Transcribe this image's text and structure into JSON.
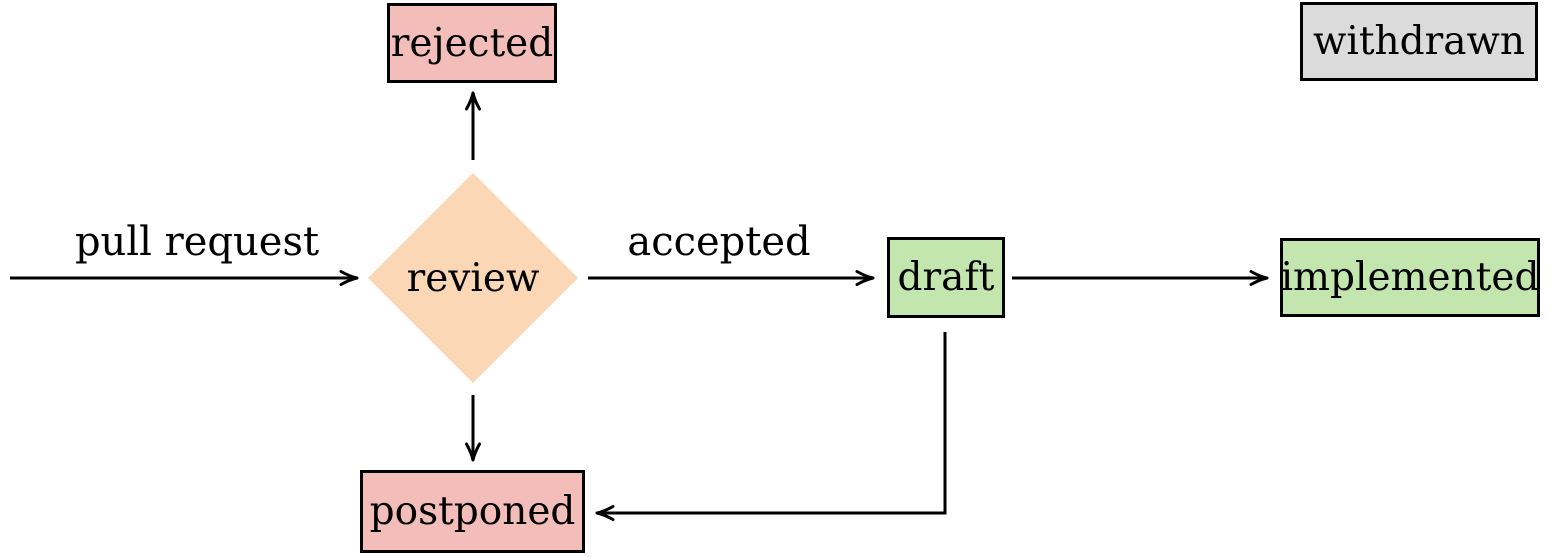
{
  "diagram": {
    "description": "proposal workflow state diagram",
    "nodes": {
      "review": {
        "label": "review",
        "shape": "diamond",
        "fill": "#fbd7b5"
      },
      "rejected": {
        "label": "rejected",
        "shape": "rectangle",
        "fill": "#f3bdba"
      },
      "postponed": {
        "label": "postponed",
        "shape": "rectangle",
        "fill": "#f3bdba"
      },
      "draft": {
        "label": "draft",
        "shape": "rectangle",
        "fill": "#c3e6af"
      },
      "implemented": {
        "label": "implemented",
        "shape": "rectangle",
        "fill": "#c3e6af"
      },
      "withdrawn": {
        "label": "withdrawn",
        "shape": "rectangle",
        "fill": "#dbdbdb"
      }
    },
    "edges": {
      "pull_request": {
        "from": "start",
        "to": "review",
        "label": "pull request"
      },
      "review_rejected": {
        "from": "review",
        "to": "rejected",
        "label": ""
      },
      "review_draft": {
        "from": "review",
        "to": "draft",
        "label": "accepted"
      },
      "review_postponed": {
        "from": "review",
        "to": "postponed",
        "label": ""
      },
      "draft_implemented": {
        "from": "draft",
        "to": "implemented",
        "label": ""
      },
      "draft_postponed": {
        "from": "draft",
        "to": "postponed",
        "label": ""
      }
    },
    "colors": {
      "background": "#ffffff",
      "arrow": "#000000",
      "node_border": "#000000",
      "text": "#000000",
      "pink": "#f3bdba",
      "peach": "#fbd7b5",
      "green": "#c3e6af",
      "gray": "#dbdbdb"
    }
  }
}
